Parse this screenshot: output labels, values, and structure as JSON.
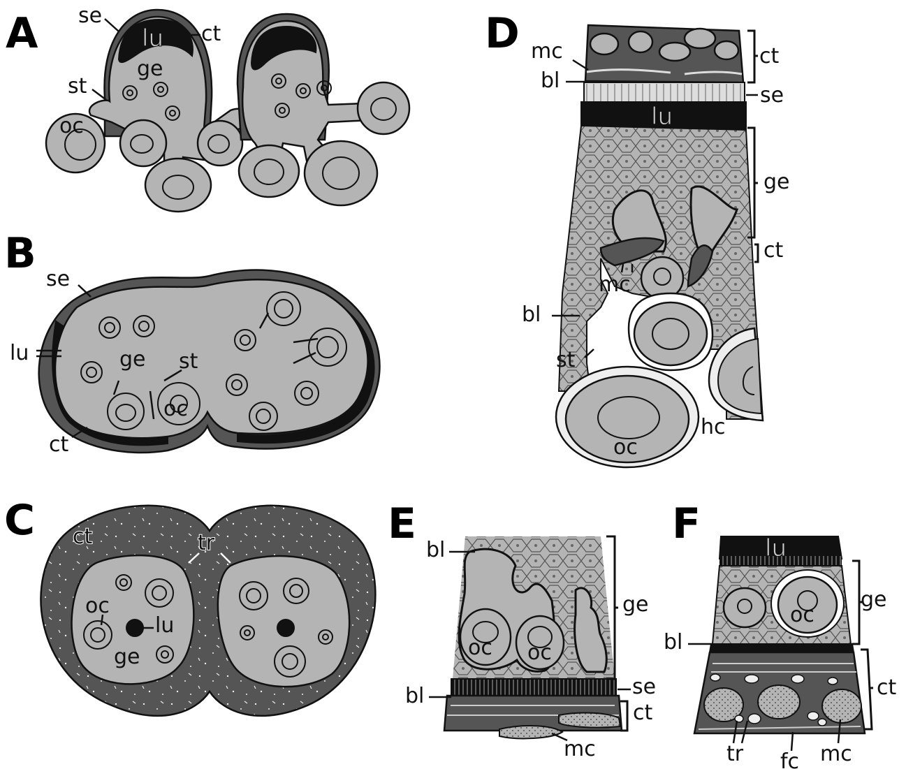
{
  "panels": {
    "A": {
      "letter": "A",
      "labels": {
        "se": "se",
        "lu": "lu",
        "ct": "ct",
        "ge": "ge",
        "st": "st",
        "oc": "oc"
      }
    },
    "B": {
      "letter": "B",
      "labels": {
        "se": "se",
        "lu": "lu",
        "ge": "ge",
        "st": "st",
        "oc": "oc",
        "ct": "ct"
      }
    },
    "C": {
      "letter": "C",
      "labels": {
        "ct": "ct",
        "tr": "tr",
        "oc": "oc",
        "lu": "lu",
        "ge": "ge"
      }
    },
    "D": {
      "letter": "D",
      "labels": {
        "mc_top": "mc",
        "bl_top": "bl",
        "ct_top": "ct",
        "se": "se",
        "lu": "lu",
        "ge": "ge",
        "ct_mid": "ct",
        "mc_mid": "mc",
        "bl_mid": "bl",
        "st": "st",
        "hc": "hc",
        "oc": "oc"
      }
    },
    "E": {
      "letter": "E",
      "labels": {
        "bl_top": "bl",
        "ge": "ge",
        "oc1": "oc",
        "oc2": "oc",
        "se": "se",
        "bl_bot": "bl",
        "ct": "ct",
        "mc": "mc"
      }
    },
    "F": {
      "letter": "F",
      "labels": {
        "lu": "lu",
        "ge": "ge",
        "oc": "oc",
        "bl": "bl",
        "ct": "ct",
        "tr": "tr",
        "fc": "fc",
        "mc": "mc"
      }
    }
  },
  "colors": {
    "tissue_gray": "#b4b4b4",
    "connective_dark": "#555555",
    "lumen_black": "#111111",
    "halo_white": "#eeeeee"
  }
}
